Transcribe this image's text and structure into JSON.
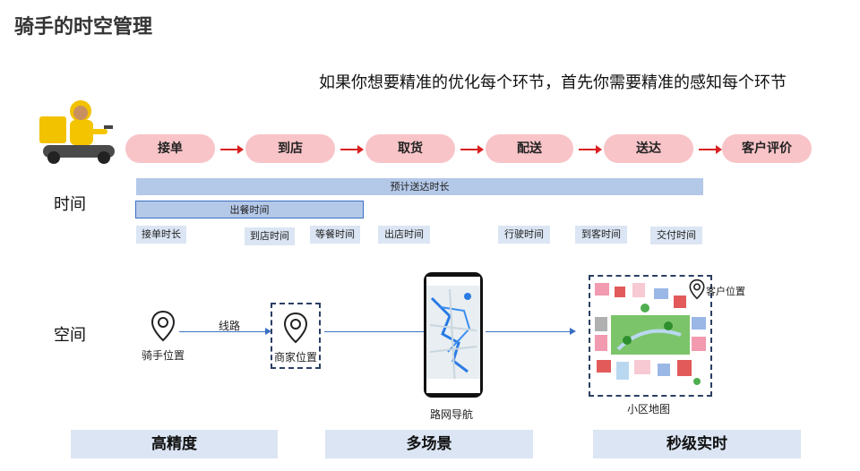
{
  "title": "骑手的时空管理",
  "subtitle": "如果你想要精准的优化每个环节，首先你需要精准的感知每个环节",
  "steps": [
    "接单",
    "到店",
    "取货",
    "配送",
    "送达",
    "客户评价"
  ],
  "time": {
    "label": "时间",
    "bar_estimated": "预计送达时长",
    "bar_meal": "出餐时间",
    "tags": [
      "接单时长",
      "到店时间",
      "等餐时间",
      "出店时间",
      "行驶时间",
      "到客时间",
      "交付时间"
    ]
  },
  "space": {
    "label": "空间",
    "rider_location": "骑手位置",
    "route": "线路",
    "merchant_location": "商家位置",
    "road_navigation": "路网导航",
    "customer_location": "客户位置",
    "community_map": "小区地图"
  },
  "bottom": [
    "高精度",
    "多场景",
    "秒级实时"
  ],
  "colors": {
    "pill": "#f8c4c8",
    "arrow": "#d92020",
    "bar": "#b4c8e8",
    "tag": "#dbe5f3",
    "line": "#3a6fc4"
  }
}
